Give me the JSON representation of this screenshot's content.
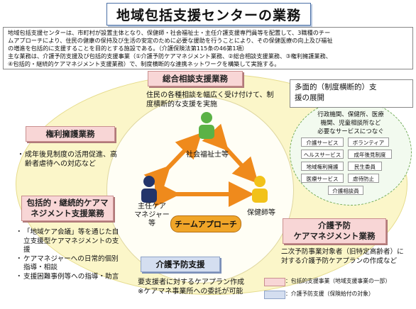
{
  "title": "地域包括支援センターの業務",
  "intro": {
    "lines": [
      "地域包括支援センターは、市町村が設置主体となり、保健師・社会福祉士・主任介護支援専門員等を配置して、3職種のチー",
      "ムアプローチにより、住民の健康の保持及び生活の安定のために必要な援助を行うことにより、その保健医療の向上及び福祉",
      "の増進を包括的に支援することを目的とする施設である。（介護保険法第115条の46第1項）",
      "主な業務は、介護予防支援及び包括的支援事業（①介護予防ケアマネジメント業務、②総合相談支援業務、③権利擁護業務、",
      "④包括的・継続的ケアマネジメント支援業務）で、制度横断的な連携ネットワークを構築して実施する。"
    ]
  },
  "sogo": {
    "label": "総合相談支援業務",
    "desc_lines": [
      "住民の各種相談を幅広く受け付けて、制度横断的な支援を実施"
    ]
  },
  "kenri": {
    "label": "権利擁護業務",
    "items": [
      "成年後見制度の活用促進、高齢者虐待への対応など"
    ]
  },
  "houkatsu": {
    "label_lines": [
      "包括的・継続的ケアマ",
      "ネジメント支援業務"
    ],
    "items": [
      "「地域ケア会議」等を通じた自立支援型ケアマネジメントの支援",
      "ケアマネジャーへの日常的個別指導・相談",
      "支援困難事例等への指導・助言"
    ]
  },
  "yobo_support": {
    "label": "介護予防支援",
    "lines": [
      "要支援者に対するケアプラン作成",
      "※ケアマネ事業所への委託が可能"
    ]
  },
  "yobo_cm": {
    "label_lines": [
      "介護予防",
      "ケアマネジメント業務"
    ],
    "desc": "二次予防事業対象者（旧特定高齢者）に対する介護予防ケアプランの作成など"
  },
  "network": {
    "title_lines": [
      "多面的（制度横断的）支",
      "援の展開"
    ],
    "desc_lines": [
      "行政機関、保健所、医療",
      "機関、児童相談所など",
      "必要なサービスにつなぐ"
    ],
    "items": [
      "介護サービス",
      "ボランティア",
      "ヘルスサービス",
      "成年後見制度",
      "地域権利擁護",
      "民生委員",
      "医療サービス",
      "虐待防止",
      "介護相談員"
    ]
  },
  "team": {
    "social_worker": "社会福祉士等",
    "care_manager_lines": [
      "主任ケア",
      "マネジャー",
      "等"
    ],
    "nurse": "保健師等",
    "approach": "チームアプローチ"
  },
  "legend": {
    "pink": "：包括的支援事業（地域支援事業の一部）",
    "blue": "：介護予防支援（保険給付の対象）"
  },
  "colors": {
    "pink_box": "#f8d6d6",
    "blue_box": "#d4def0",
    "outer_ellipse": "#fbf6c9",
    "person_green": "#5bb246",
    "person_yellow": "#f2c21a",
    "person_navy": "#24356a",
    "arrow_orange": "#ef8a1c",
    "team_pill": "#f0a528"
  }
}
